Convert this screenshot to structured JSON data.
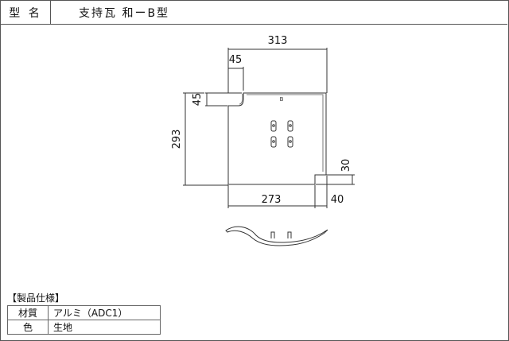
{
  "header": {
    "model_label": "型 名",
    "model_name": "支持瓦 和ーB型"
  },
  "drawing": {
    "dim_top_width": "313",
    "dim_notch_width": "45",
    "dim_notch_height": "45",
    "dim_height": "293",
    "dim_bottom_width": "273",
    "dim_tab_height": "30",
    "dim_tab_width": "40",
    "part_mark": "B"
  },
  "spec": {
    "title": "【製品仕様】",
    "rows": [
      {
        "key": "材質",
        "value": "アルミ（ADC1）"
      },
      {
        "key": "色",
        "value": "生地"
      }
    ]
  }
}
